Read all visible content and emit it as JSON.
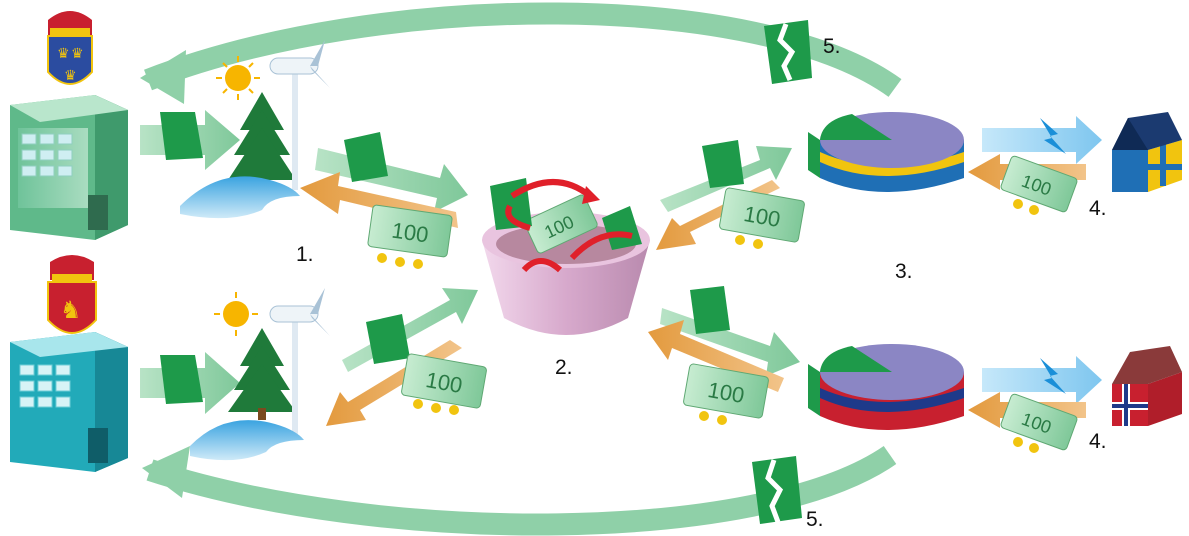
{
  "labels": {
    "step1": "1.",
    "step2": "2.",
    "step3": "3.",
    "step4_top": "4.",
    "step4_bottom": "4.",
    "step5_top": "5.",
    "step5_bottom": "5."
  },
  "banknote_value": "100",
  "colors": {
    "sweden_blue": "#1f6fb5",
    "sweden_yellow": "#f1c40f",
    "norway_red": "#c8202f",
    "norway_blue": "#1e3a8a",
    "certificate_green": "#1e9a4a",
    "money_green": "#8fd0a0",
    "arrow_green": "#7fc89a",
    "arrow_orange": "#e8a24a",
    "arrow_lightblue": "#8ccff2",
    "market_pink": "#d9b3d0",
    "pie_purple": "#8b86c4"
  }
}
